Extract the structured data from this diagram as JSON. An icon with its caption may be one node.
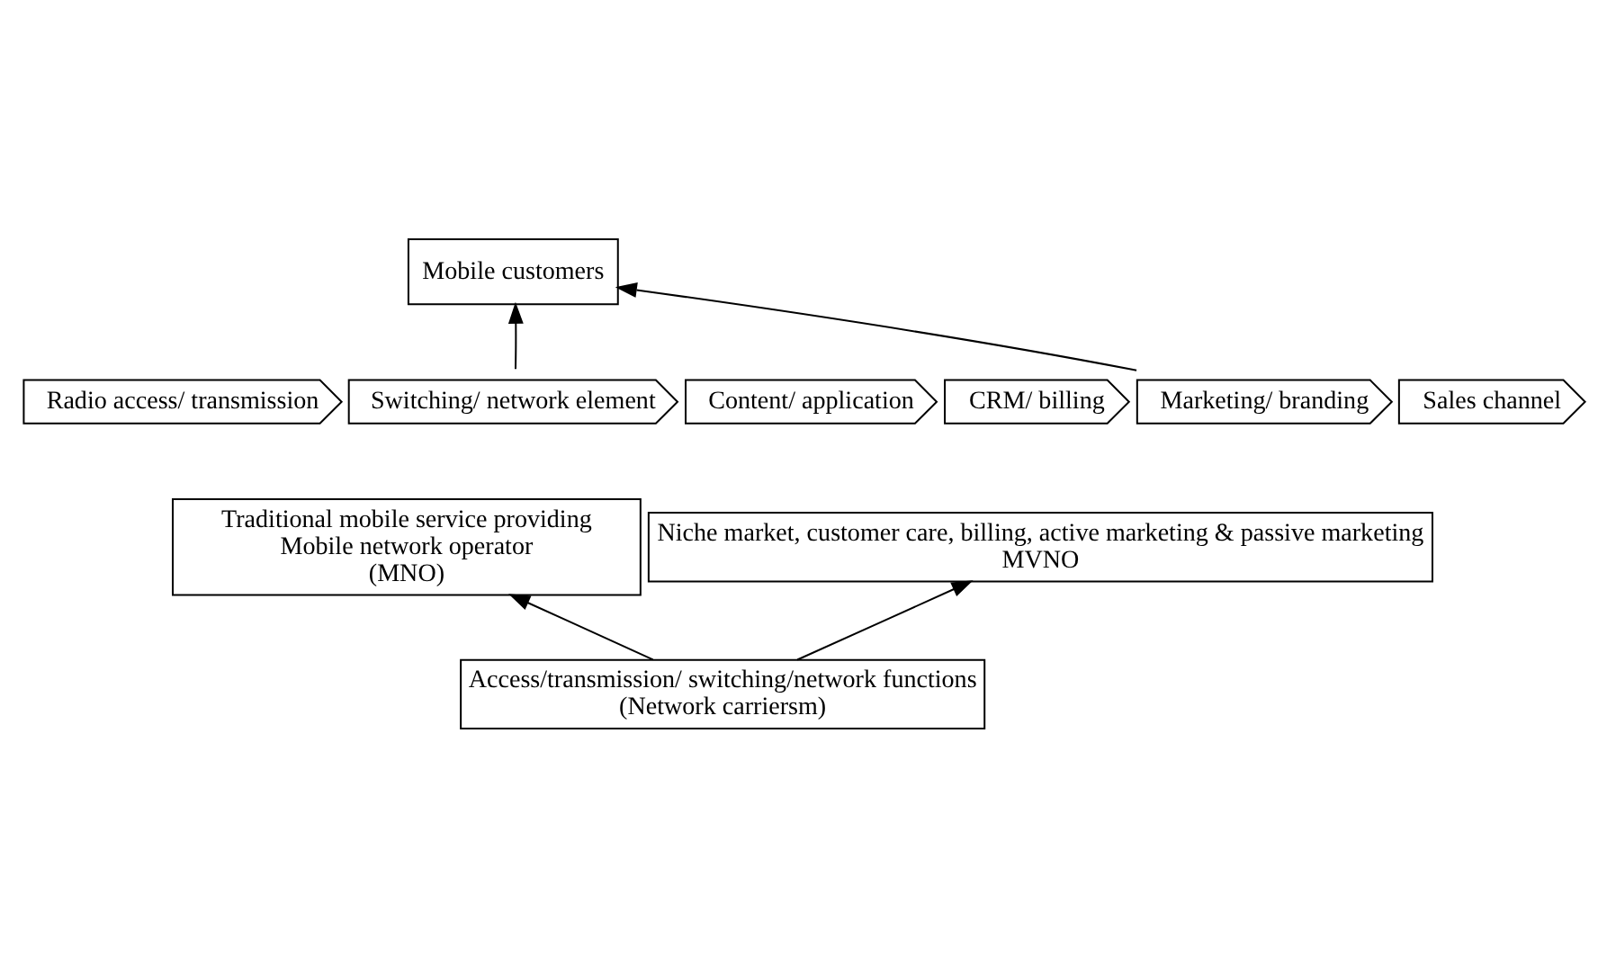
{
  "diagram": {
    "nodes": [
      {
        "text": [
          "Mobile customers"
        ]
      },
      {
        "text": [
          "Radio access/ transmission"
        ]
      },
      {
        "text": [
          "Switching/ network element"
        ]
      },
      {
        "text": [
          "Content/ application"
        ]
      },
      {
        "text": [
          "CRM/ billing"
        ]
      },
      {
        "text": [
          "Marketing/ branding"
        ]
      },
      {
        "text": [
          "Sales channel"
        ]
      },
      {
        "text": [
          "Traditional mobile service providing",
          "Mobile network operator",
          "(MNO)"
        ]
      },
      {
        "text": [
          "Niche market, customer care, billing, active marketing & passive marketing",
          "MVNO"
        ]
      },
      {
        "text": [
          "Access/transmission/ switching/network functions",
          "(Network carriersm)"
        ]
      }
    ],
    "edges": [
      {
        "from": 2,
        "to": 0,
        "arrow": "to"
      },
      {
        "from": 5,
        "to": 0,
        "arrow": "to"
      },
      {
        "from": 9,
        "to": 7,
        "arrow": "to"
      },
      {
        "from": 9,
        "to": 8,
        "arrow": "to"
      }
    ]
  }
}
